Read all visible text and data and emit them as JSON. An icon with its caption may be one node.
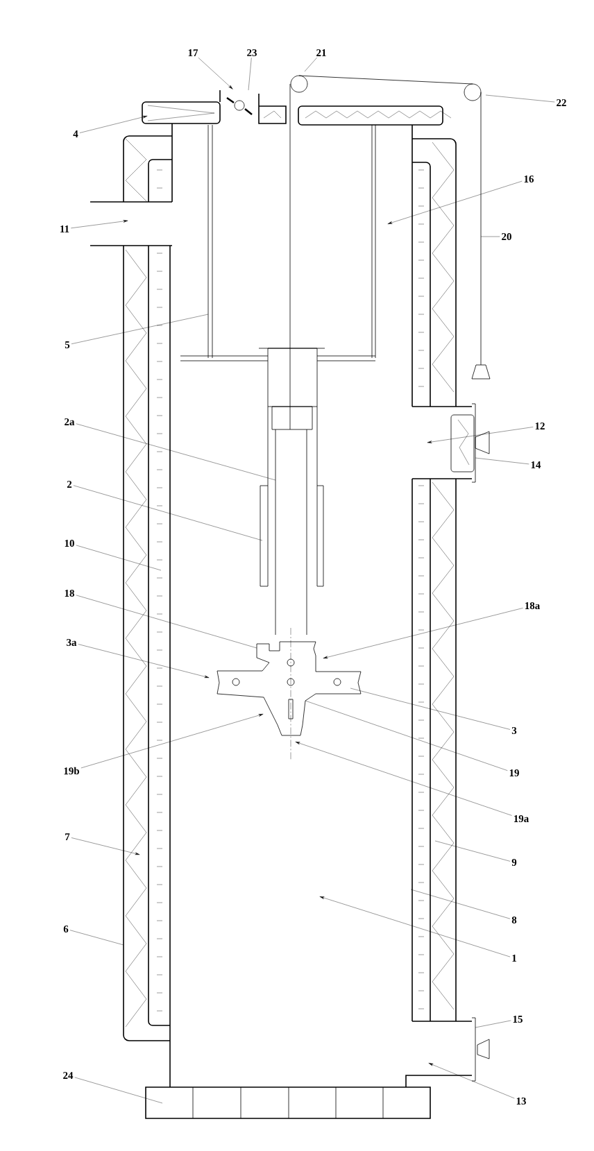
{
  "diagram": {
    "nodes": [
      {
        "text": [
          "17"
        ]
      },
      {
        "text": [
          "23"
        ]
      },
      {
        "text": [
          "21"
        ]
      },
      {
        "text": [
          "22"
        ]
      },
      {
        "text": [
          "4"
        ]
      },
      {
        "text": [
          "16"
        ]
      },
      {
        "text": [
          "11"
        ]
      },
      {
        "text": [
          "20"
        ]
      },
      {
        "text": [
          "5"
        ]
      },
      {
        "text": [
          "2a"
        ]
      },
      {
        "text": [
          "12"
        ]
      },
      {
        "text": [
          "14"
        ]
      },
      {
        "text": [
          "2"
        ]
      },
      {
        "text": [
          "10"
        ]
      },
      {
        "text": [
          "18"
        ]
      },
      {
        "text": [
          "18a"
        ]
      },
      {
        "text": [
          "3a"
        ]
      },
      {
        "text": [
          "3"
        ]
      },
      {
        "text": [
          "19b"
        ]
      },
      {
        "text": [
          "19"
        ]
      },
      {
        "text": [
          "19a"
        ]
      },
      {
        "text": [
          "7"
        ]
      },
      {
        "text": [
          "9"
        ]
      },
      {
        "text": [
          "8"
        ]
      },
      {
        "text": [
          "6"
        ]
      },
      {
        "text": [
          "1"
        ]
      },
      {
        "text": [
          "15"
        ]
      },
      {
        "text": [
          "24"
        ]
      },
      {
        "text": [
          "13"
        ]
      }
    ],
    "edges": [
      {
        "from": 0,
        "to": null,
        "arrow": "to"
      },
      {
        "from": 1,
        "to": null,
        "arrow": "none"
      },
      {
        "from": 2,
        "to": null,
        "arrow": "none"
      },
      {
        "from": 3,
        "to": null,
        "arrow": "none"
      },
      {
        "from": 4,
        "to": null,
        "arrow": "to"
      },
      {
        "from": 5,
        "to": null,
        "arrow": "to"
      },
      {
        "from": 6,
        "to": null,
        "arrow": "to"
      },
      {
        "from": 7,
        "to": null,
        "arrow": "none"
      },
      {
        "from": 8,
        "to": null,
        "arrow": "none"
      },
      {
        "from": 9,
        "to": null,
        "arrow": "none"
      },
      {
        "from": 10,
        "to": null,
        "arrow": "to"
      },
      {
        "from": 11,
        "to": null,
        "arrow": "none"
      },
      {
        "from": 12,
        "to": null,
        "arrow": "none"
      },
      {
        "from": 13,
        "to": null,
        "arrow": "none"
      },
      {
        "from": 14,
        "to": null,
        "arrow": "none"
      },
      {
        "from": 15,
        "to": null,
        "arrow": "to"
      },
      {
        "from": 16,
        "to": null,
        "arrow": "to"
      },
      {
        "from": 17,
        "to": null,
        "arrow": "none"
      },
      {
        "from": 18,
        "to": null,
        "arrow": "to"
      },
      {
        "from": 19,
        "to": null,
        "arrow": "none"
      },
      {
        "from": 20,
        "to": null,
        "arrow": "to"
      },
      {
        "from": 21,
        "to": null,
        "arrow": "to"
      },
      {
        "from": 22,
        "to": null,
        "arrow": "none"
      },
      {
        "from": 23,
        "to": null,
        "arrow": "none"
      },
      {
        "from": 24,
        "to": null,
        "arrow": "none"
      },
      {
        "from": 25,
        "to": null,
        "arrow": "to"
      },
      {
        "from": 26,
        "to": null,
        "arrow": "none"
      },
      {
        "from": 27,
        "to": null,
        "arrow": "none"
      },
      {
        "from": 28,
        "to": null,
        "arrow": "to"
      }
    ]
  }
}
